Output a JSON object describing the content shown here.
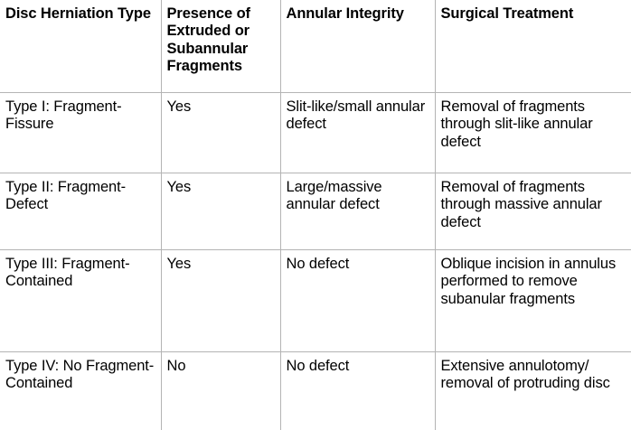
{
  "table": {
    "columns": [
      "Disc Herniation Type",
      "Presence of Extruded or Subannular Fragments",
      "Annular Integrity",
      "Surgical Treatment"
    ],
    "rows": [
      {
        "type": "Type I: Fragment-Fissure",
        "fragments": "Yes",
        "annular_integrity": "Slit-like/small annular defect",
        "surgical_treatment": "Removal of fragments through slit-like annular defect"
      },
      {
        "type": "Type II: Fragment-Defect",
        "fragments": "Yes",
        "annular_integrity": "Large/massive annular defect",
        "surgical_treatment": "Removal of fragments through massive annular defect"
      },
      {
        "type": "Type III: Fragment-Contained",
        "fragments": "Yes",
        "annular_integrity": "No defect",
        "surgical_treatment": "Oblique incision in annulus performed to remove subanular fragments"
      },
      {
        "type": "Type IV: No Fragment-Contained",
        "fragments": "No",
        "annular_integrity": "No defect",
        "surgical_treatment": "Extensive annulotomy/ removal of protruding disc"
      }
    ]
  },
  "style": {
    "text_color": "#000000",
    "background_color": "#ffffff",
    "grid_line_color": "#b4b4b4"
  }
}
